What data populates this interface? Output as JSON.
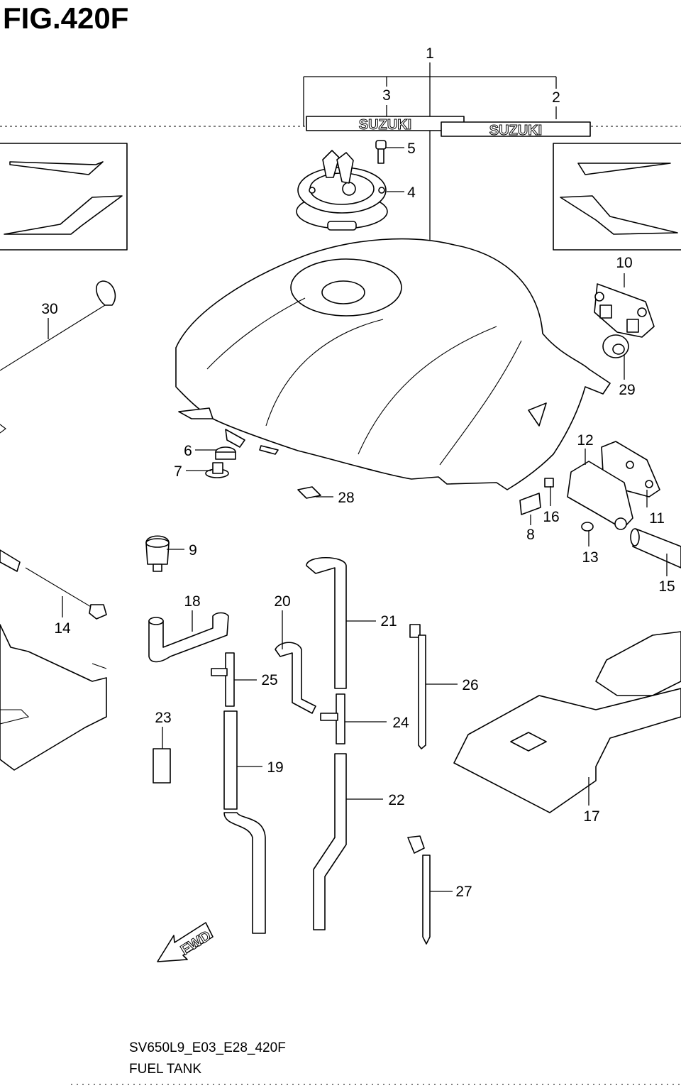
{
  "figure": {
    "title": "FIG.420F",
    "model_code": "SV650L9_E03_E28_420F",
    "section_name": "FUEL TANK",
    "fwd_label": "FWD",
    "decal_texts": [
      "SUZUKI",
      "SUZUKI"
    ]
  },
  "callouts": {
    "c1": "1",
    "c2": "2",
    "c3": "3",
    "c4": "4",
    "c5": "5",
    "c6": "6",
    "c7": "7",
    "c8": "8",
    "c9": "9",
    "c10": "10",
    "c11": "11",
    "c12": "12",
    "c13": "13",
    "c14": "14",
    "c15": "15",
    "c16": "16",
    "c17": "17",
    "c18": "18",
    "c19": "19",
    "c20": "20",
    "c21": "21",
    "c22": "22",
    "c23": "23",
    "c24": "24",
    "c25": "25",
    "c26": "26",
    "c27": "27",
    "c28": "28",
    "c29": "29",
    "c30": "30"
  },
  "colors": {
    "ink": "#000000",
    "paper": "#ffffff"
  }
}
